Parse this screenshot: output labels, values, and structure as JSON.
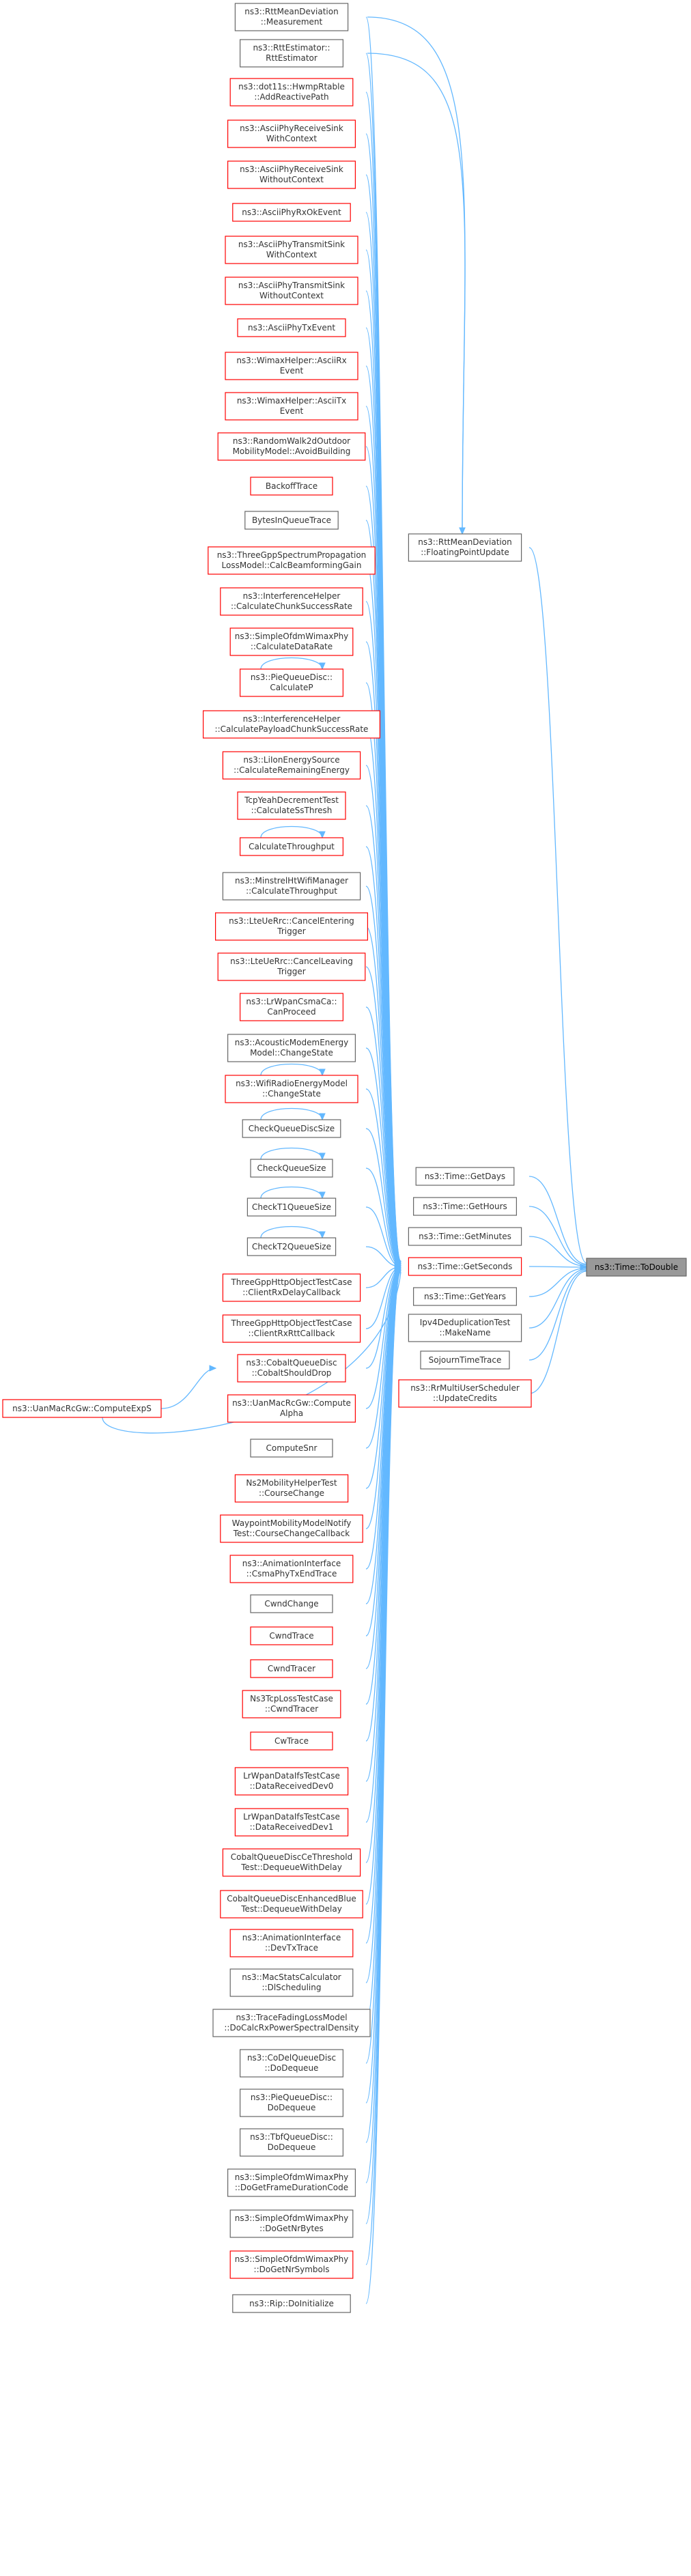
{
  "graph": {
    "root": "ns3::Time::ToDouble",
    "colors": {
      "link": "#63b8ff",
      "border_normal": "#666666",
      "border_missing": "#ff0000",
      "root_fill": "#999999"
    },
    "col2": [
      {
        "id": "floating",
        "lines": [
          "ns3::RttMeanDeviation",
          "::FloatingPointUpdate"
        ],
        "red": false
      },
      {
        "id": "getdays",
        "lines": [
          "ns3::Time::GetDays"
        ],
        "red": false
      },
      {
        "id": "gethours",
        "lines": [
          "ns3::Time::GetHours"
        ],
        "red": false
      },
      {
        "id": "getminutes",
        "lines": [
          "ns3::Time::GetMinutes"
        ],
        "red": false
      },
      {
        "id": "getseconds",
        "lines": [
          "ns3::Time::GetSeconds"
        ],
        "red": true
      },
      {
        "id": "getyears",
        "lines": [
          "ns3::Time::GetYears"
        ],
        "red": false
      },
      {
        "id": "makename",
        "lines": [
          "Ipv4DeduplicationTest",
          "::MakeName"
        ],
        "red": false
      },
      {
        "id": "sojourn",
        "lines": [
          "SojournTimeTrace"
        ],
        "red": false
      },
      {
        "id": "updatecredits",
        "lines": [
          "ns3::RrMultiUserScheduler",
          "::UpdateCredits"
        ],
        "red": true
      }
    ],
    "col1": [
      {
        "lines": [
          "ns3::RttMeanDeviation",
          "::Measurement"
        ],
        "red": false,
        "loop": false
      },
      {
        "lines": [
          "ns3::RttEstimator::",
          "RttEstimator"
        ],
        "red": false,
        "loop": false
      },
      {
        "lines": [
          "ns3::dot11s::HwmpRtable",
          "::AddReactivePath"
        ],
        "red": true,
        "loop": false
      },
      {
        "lines": [
          "ns3::AsciiPhyReceiveSink",
          "WithContext"
        ],
        "red": true,
        "loop": false
      },
      {
        "lines": [
          "ns3::AsciiPhyReceiveSink",
          "WithoutContext"
        ],
        "red": true,
        "loop": false
      },
      {
        "lines": [
          "ns3::AsciiPhyRxOkEvent"
        ],
        "red": true,
        "loop": false
      },
      {
        "lines": [
          "ns3::AsciiPhyTransmitSink",
          "WithContext"
        ],
        "red": true,
        "loop": false
      },
      {
        "lines": [
          "ns3::AsciiPhyTransmitSink",
          "WithoutContext"
        ],
        "red": true,
        "loop": false
      },
      {
        "lines": [
          "ns3::AsciiPhyTxEvent"
        ],
        "red": true,
        "loop": false
      },
      {
        "lines": [
          "ns3::WimaxHelper::AsciiRx",
          "Event"
        ],
        "red": true,
        "loop": false
      },
      {
        "lines": [
          "ns3::WimaxHelper::AsciiTx",
          "Event"
        ],
        "red": true,
        "loop": false
      },
      {
        "lines": [
          "ns3::RandomWalk2dOutdoor",
          "MobilityModel::AvoidBuilding"
        ],
        "red": true,
        "loop": false
      },
      {
        "lines": [
          "BackoffTrace"
        ],
        "red": true,
        "loop": false
      },
      {
        "lines": [
          "BytesInQueueTrace"
        ],
        "red": false,
        "loop": false
      },
      {
        "lines": [
          "ns3::ThreeGppSpectrumPropagation",
          "LossModel::CalcBeamformingGain"
        ],
        "red": true,
        "loop": false
      },
      {
        "lines": [
          "ns3::InterferenceHelper",
          "::CalculateChunkSuccessRate"
        ],
        "red": true,
        "loop": false
      },
      {
        "lines": [
          "ns3::SimpleOfdmWimaxPhy",
          "::CalculateDataRate"
        ],
        "red": true,
        "loop": false
      },
      {
        "lines": [
          "ns3::PieQueueDisc::",
          "CalculateP"
        ],
        "red": true,
        "loop": true
      },
      {
        "lines": [
          "ns3::InterferenceHelper",
          "::CalculatePayloadChunkSuccessRate"
        ],
        "red": true,
        "loop": false
      },
      {
        "lines": [
          "ns3::LiIonEnergySource",
          "::CalculateRemainingEnergy"
        ],
        "red": true,
        "loop": false
      },
      {
        "lines": [
          "TcpYeahDecrementTest",
          "::CalculateSsThresh"
        ],
        "red": true,
        "loop": false
      },
      {
        "lines": [
          "CalculateThroughput"
        ],
        "red": true,
        "loop": true
      },
      {
        "lines": [
          "ns3::MinstrelHtWifiManager",
          "::CalculateThroughput"
        ],
        "red": false,
        "loop": false
      },
      {
        "lines": [
          "ns3::LteUeRrc::CancelEntering",
          "Trigger"
        ],
        "red": true,
        "loop": false
      },
      {
        "lines": [
          "ns3::LteUeRrc::CancelLeaving",
          "Trigger"
        ],
        "red": true,
        "loop": false
      },
      {
        "lines": [
          "ns3::LrWpanCsmaCa::",
          "CanProceed"
        ],
        "red": true,
        "loop": false
      },
      {
        "lines": [
          "ns3::AcousticModemEnergy",
          "Model::ChangeState"
        ],
        "red": false,
        "loop": false
      },
      {
        "lines": [
          "ns3::WifiRadioEnergyModel",
          "::ChangeState"
        ],
        "red": true,
        "loop": true
      },
      {
        "lines": [
          "CheckQueueDiscSize"
        ],
        "red": false,
        "loop": true
      },
      {
        "lines": [
          "CheckQueueSize"
        ],
        "red": false,
        "loop": true
      },
      {
        "lines": [
          "CheckT1QueueSize"
        ],
        "red": false,
        "loop": true
      },
      {
        "lines": [
          "CheckT2QueueSize"
        ],
        "red": false,
        "loop": true
      },
      {
        "lines": [
          "ThreeGppHttpObjectTestCase",
          "::ClientRxDelayCallback"
        ],
        "red": true,
        "loop": false
      },
      {
        "lines": [
          "ThreeGppHttpObjectTestCase",
          "::ClientRxRttCallback"
        ],
        "red": true,
        "loop": false
      },
      {
        "lines": [
          "ns3::CobaltQueueDisc",
          "::CobaltShouldDrop"
        ],
        "red": true,
        "loop": false
      },
      {
        "lines": [
          "ns3::UanMacRcGw::Compute",
          "Alpha"
        ],
        "red": true,
        "loop": false
      },
      {
        "lines": [
          "ComputeSnr"
        ],
        "red": false,
        "loop": false
      },
      {
        "lines": [
          "Ns2MobilityHelperTest",
          "::CourseChange"
        ],
        "red": true,
        "loop": false
      },
      {
        "lines": [
          "WaypointMobilityModelNotify",
          "Test::CourseChangeCallback"
        ],
        "red": true,
        "loop": false
      },
      {
        "lines": [
          "ns3::AnimationInterface",
          "::CsmaPhyTxEndTrace"
        ],
        "red": true,
        "loop": false
      },
      {
        "lines": [
          "CwndChange"
        ],
        "red": false,
        "loop": false
      },
      {
        "lines": [
          "CwndTrace"
        ],
        "red": true,
        "loop": false
      },
      {
        "lines": [
          "CwndTracer"
        ],
        "red": true,
        "loop": false
      },
      {
        "lines": [
          "Ns3TcpLossTestCase",
          "::CwndTracer"
        ],
        "red": true,
        "loop": false
      },
      {
        "lines": [
          "CwTrace"
        ],
        "red": true,
        "loop": false
      },
      {
        "lines": [
          "LrWpanDataIfsTestCase",
          "::DataReceivedDev0"
        ],
        "red": true,
        "loop": false
      },
      {
        "lines": [
          "LrWpanDataIfsTestCase",
          "::DataReceivedDev1"
        ],
        "red": true,
        "loop": false
      },
      {
        "lines": [
          "CobaltQueueDiscCeThreshold",
          "Test::DequeueWithDelay"
        ],
        "red": true,
        "loop": false
      },
      {
        "lines": [
          "CobaltQueueDiscEnhancedBlue",
          "Test::DequeueWithDelay"
        ],
        "red": true,
        "loop": false
      },
      {
        "lines": [
          "ns3::AnimationInterface",
          "::DevTxTrace"
        ],
        "red": true,
        "loop": false
      },
      {
        "lines": [
          "ns3::MacStatsCalculator",
          "::DlScheduling"
        ],
        "red": false,
        "loop": false
      },
      {
        "lines": [
          "ns3::TraceFadingLossModel",
          "::DoCalcRxPowerSpectralDensity"
        ],
        "red": false,
        "loop": false
      },
      {
        "lines": [
          "ns3::CoDelQueueDisc",
          "::DoDequeue"
        ],
        "red": false,
        "loop": false
      },
      {
        "lines": [
          "ns3::PieQueueDisc::",
          "DoDequeue"
        ],
        "red": false,
        "loop": false
      },
      {
        "lines": [
          "ns3::TbfQueueDisc::",
          "DoDequeue"
        ],
        "red": false,
        "loop": false
      },
      {
        "lines": [
          "ns3::SimpleOfdmWimaxPhy",
          "::DoGetFrameDurationCode"
        ],
        "red": false,
        "loop": false
      },
      {
        "lines": [
          "ns3::SimpleOfdmWimaxPhy",
          "::DoGetNrBytes"
        ],
        "red": false,
        "loop": false
      },
      {
        "lines": [
          "ns3::SimpleOfdmWimaxPhy",
          "::DoGetNrSymbols"
        ],
        "red": true,
        "loop": false
      },
      {
        "lines": [
          "ns3::Rip::DoInitialize"
        ],
        "red": false,
        "loop": false
      }
    ],
    "extra": {
      "lines": [
        "ns3::UanMacRcGw::ComputeExpS"
      ],
      "red": true
    }
  }
}
